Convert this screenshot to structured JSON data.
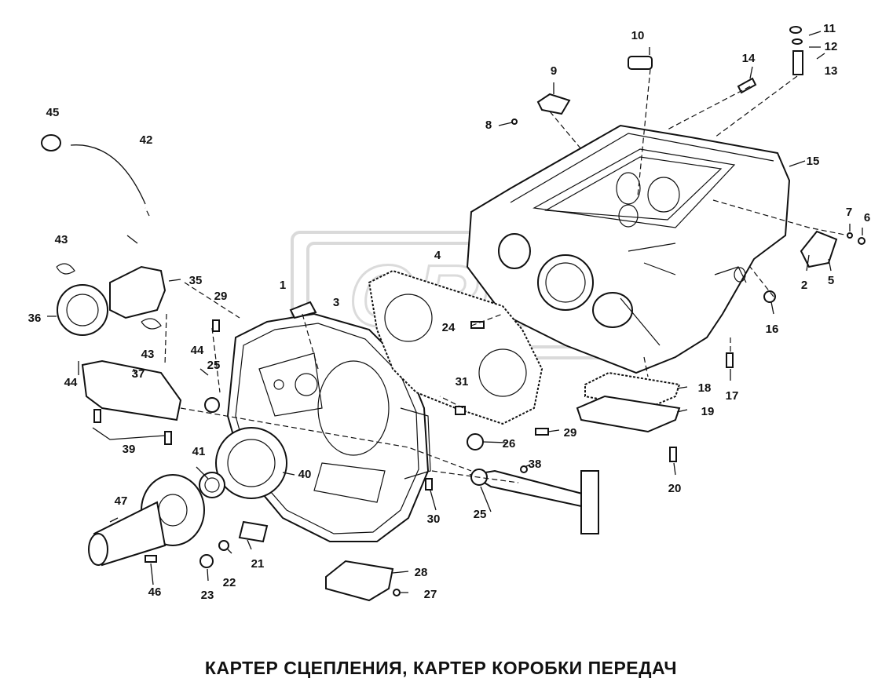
{
  "caption": "КАРТЕР СЦЕПЛЕНИЯ, КАРТЕР КОРОБКИ ПЕРЕДАЧ",
  "watermark": "OREX",
  "callouts": {
    "n1": "1",
    "n2": "2",
    "n3": "3",
    "n4": "4",
    "n5": "5",
    "n6": "6",
    "n7": "7",
    "n8": "8",
    "n9": "9",
    "n10": "10",
    "n11": "11",
    "n12": "12",
    "n13": "13",
    "n14": "14",
    "n15": "15",
    "n16": "16",
    "n17": "17",
    "n18": "18",
    "n19": "19",
    "n20": "20",
    "n21": "21",
    "n22": "22",
    "n23": "23",
    "n24": "24",
    "n25a": "25",
    "n25b": "25",
    "n26": "26",
    "n27": "27",
    "n28": "28",
    "n29a": "29",
    "n29b": "29",
    "n30": "30",
    "n31": "31",
    "n35": "35",
    "n36": "36",
    "n37": "37",
    "n38": "38",
    "n39": "39",
    "n40": "40",
    "n41": "41",
    "n42": "42",
    "n43a": "43",
    "n43b": "43",
    "n44a": "44",
    "n44b": "44",
    "n45": "45",
    "n46": "46",
    "n47": "47"
  }
}
